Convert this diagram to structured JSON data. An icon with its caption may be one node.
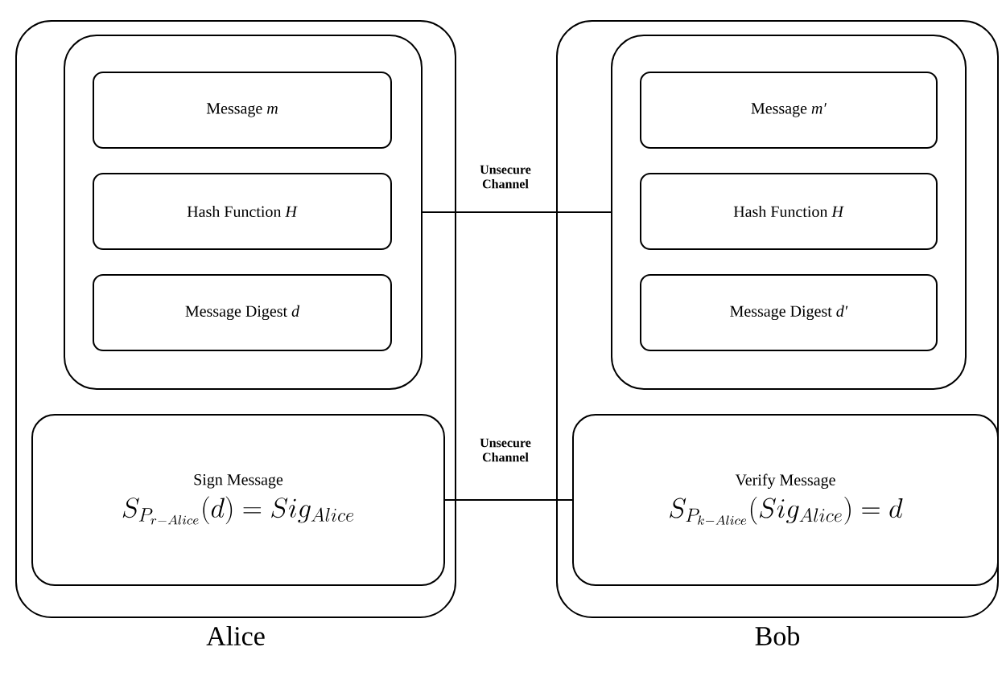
{
  "diagram": {
    "nodes": [
      {
        "text": [
          "Alice"
        ]
      },
      {
        "text": [],
        "shape": "box",
        "in": 0
      },
      {
        "text": [
          "Message *m*"
        ],
        "in": 1
      },
      {
        "text": [
          "Hash Function *H*"
        ],
        "in": 1
      },
      {
        "text": [
          "Message Digest *d*"
        ],
        "in": 1
      },
      {
        "text": [
          "Sign Message",
          "S_{P_{r-Alice}}(d)=Sig_{Alice}"
        ],
        "in": 0
      },
      {
        "text": [
          "Bob"
        ]
      },
      {
        "text": [],
        "shape": "box",
        "in": 6
      },
      {
        "text": [
          "Message *m′*"
        ],
        "in": 7
      },
      {
        "text": [
          "Hash Function *H*"
        ],
        "in": 7
      },
      {
        "text": [
          "Message Digest *d′*"
        ],
        "in": 7
      },
      {
        "text": [
          "Verify Message",
          "S_{P_{k-Alice}}(Sig_{Alice})=d"
        ],
        "in": 6
      }
    ],
    "edges": [
      {
        "from": 1,
        "to": 7,
        "arrow": "none",
        "label": "Unsecure Channel"
      },
      {
        "from": 5,
        "to": 11,
        "arrow": "none",
        "label": "Unsecure Channel"
      }
    ]
  }
}
